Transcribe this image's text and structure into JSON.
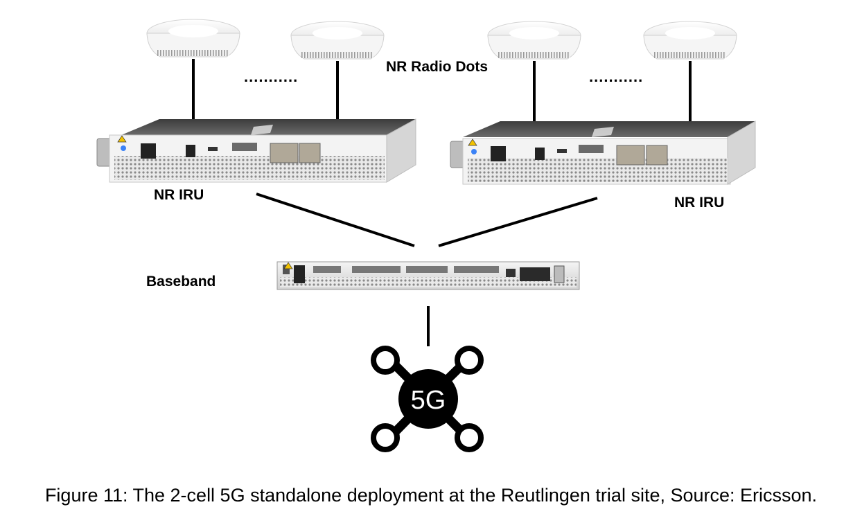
{
  "labels": {
    "radio_dots": "NR Radio Dots",
    "iru_left": "NR IRU",
    "iru_right": "NR IRU",
    "baseband": "Baseband",
    "dots_left": "...........",
    "dots_right": "...........",
    "hub_text": "5G"
  },
  "caption": "Figure 11:  The 2-cell 5G standalone deployment at the Reutlingen trial site, Source: Ericsson."
}
